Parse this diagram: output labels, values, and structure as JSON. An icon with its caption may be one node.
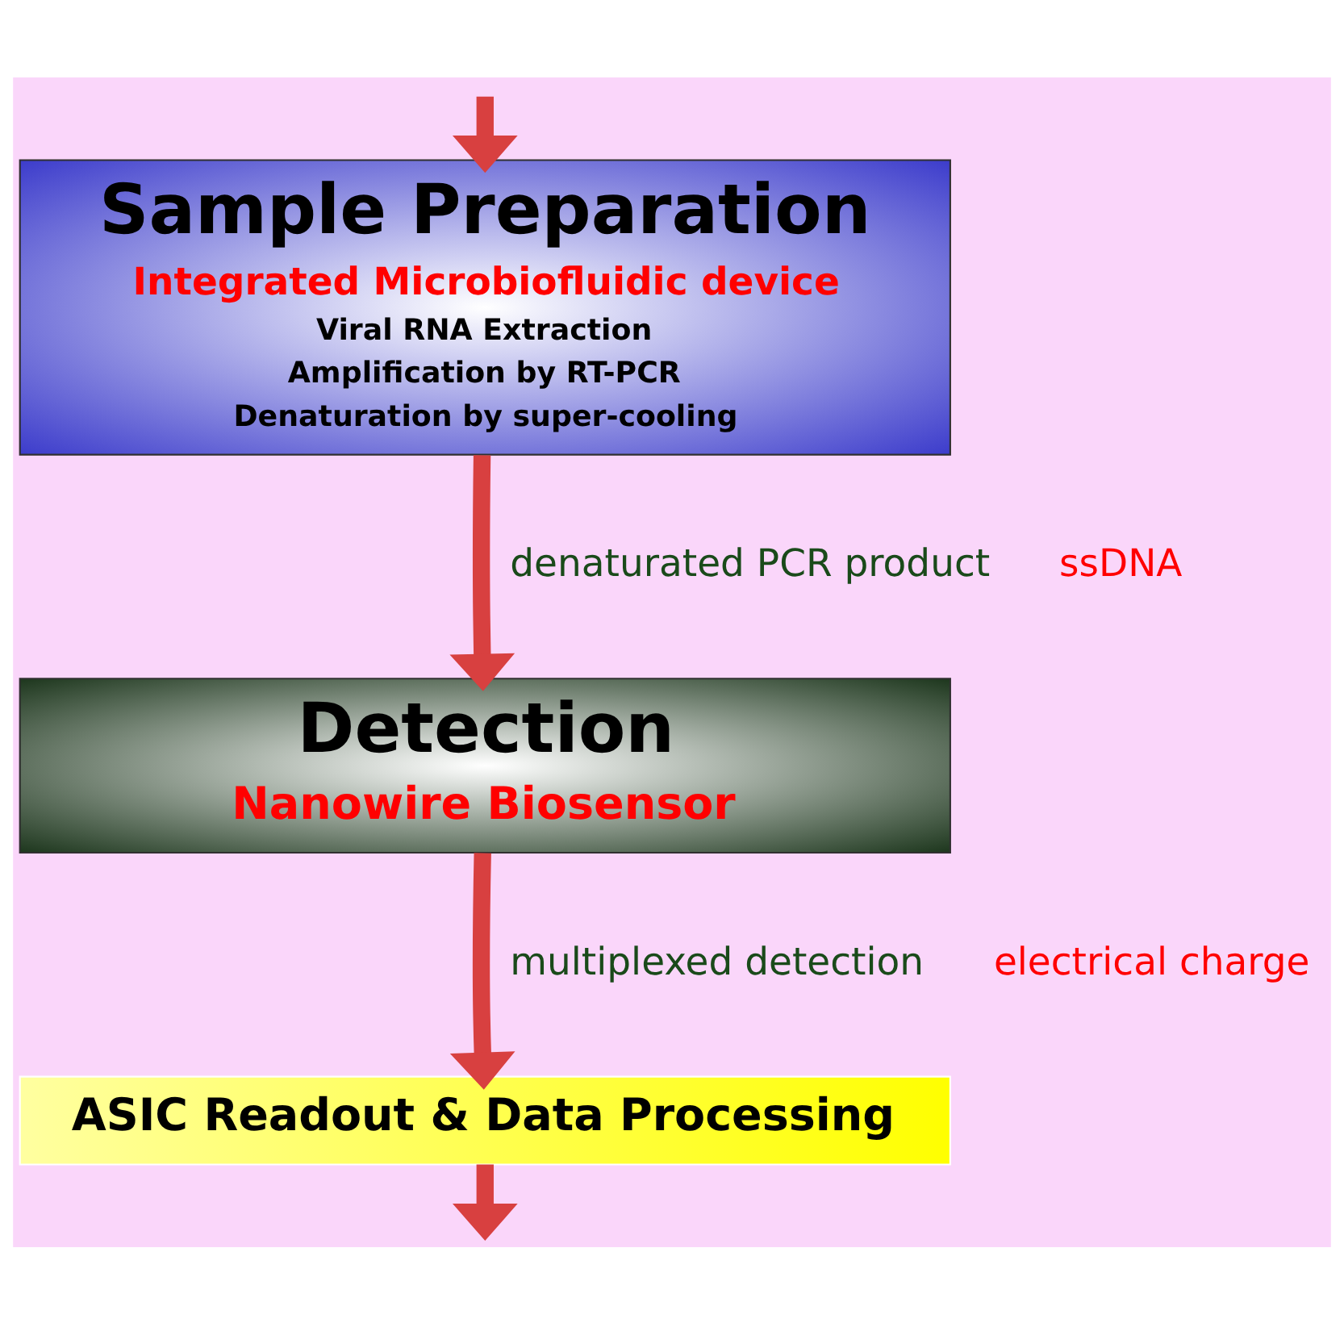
{
  "diagram": {
    "nodes": [
      {
        "text": [
          "Sample Preparation",
          "Integrated Microbiofluidic device",
          "Viral RNA Extraction",
          "Amplification by RT-PCR",
          "Denaturation by super-cooling"
        ]
      },
      {
        "text": [
          "Detection",
          "Nanowire Biosensor"
        ]
      },
      {
        "text": [
          "ASIC Readout & Data Processing"
        ]
      }
    ],
    "edges": [
      {
        "from": null,
        "to": 0,
        "arrow": "to"
      },
      {
        "from": 0,
        "to": 1,
        "arrow": "to",
        "label": "denaturated PCR product"
      },
      {
        "from": 1,
        "to": 2,
        "arrow": "to",
        "label": "multiplexed detection"
      },
      {
        "from": 2,
        "to": null,
        "arrow": "to"
      }
    ],
    "labels": [
      "ssDNA",
      "electrical charge"
    ]
  }
}
